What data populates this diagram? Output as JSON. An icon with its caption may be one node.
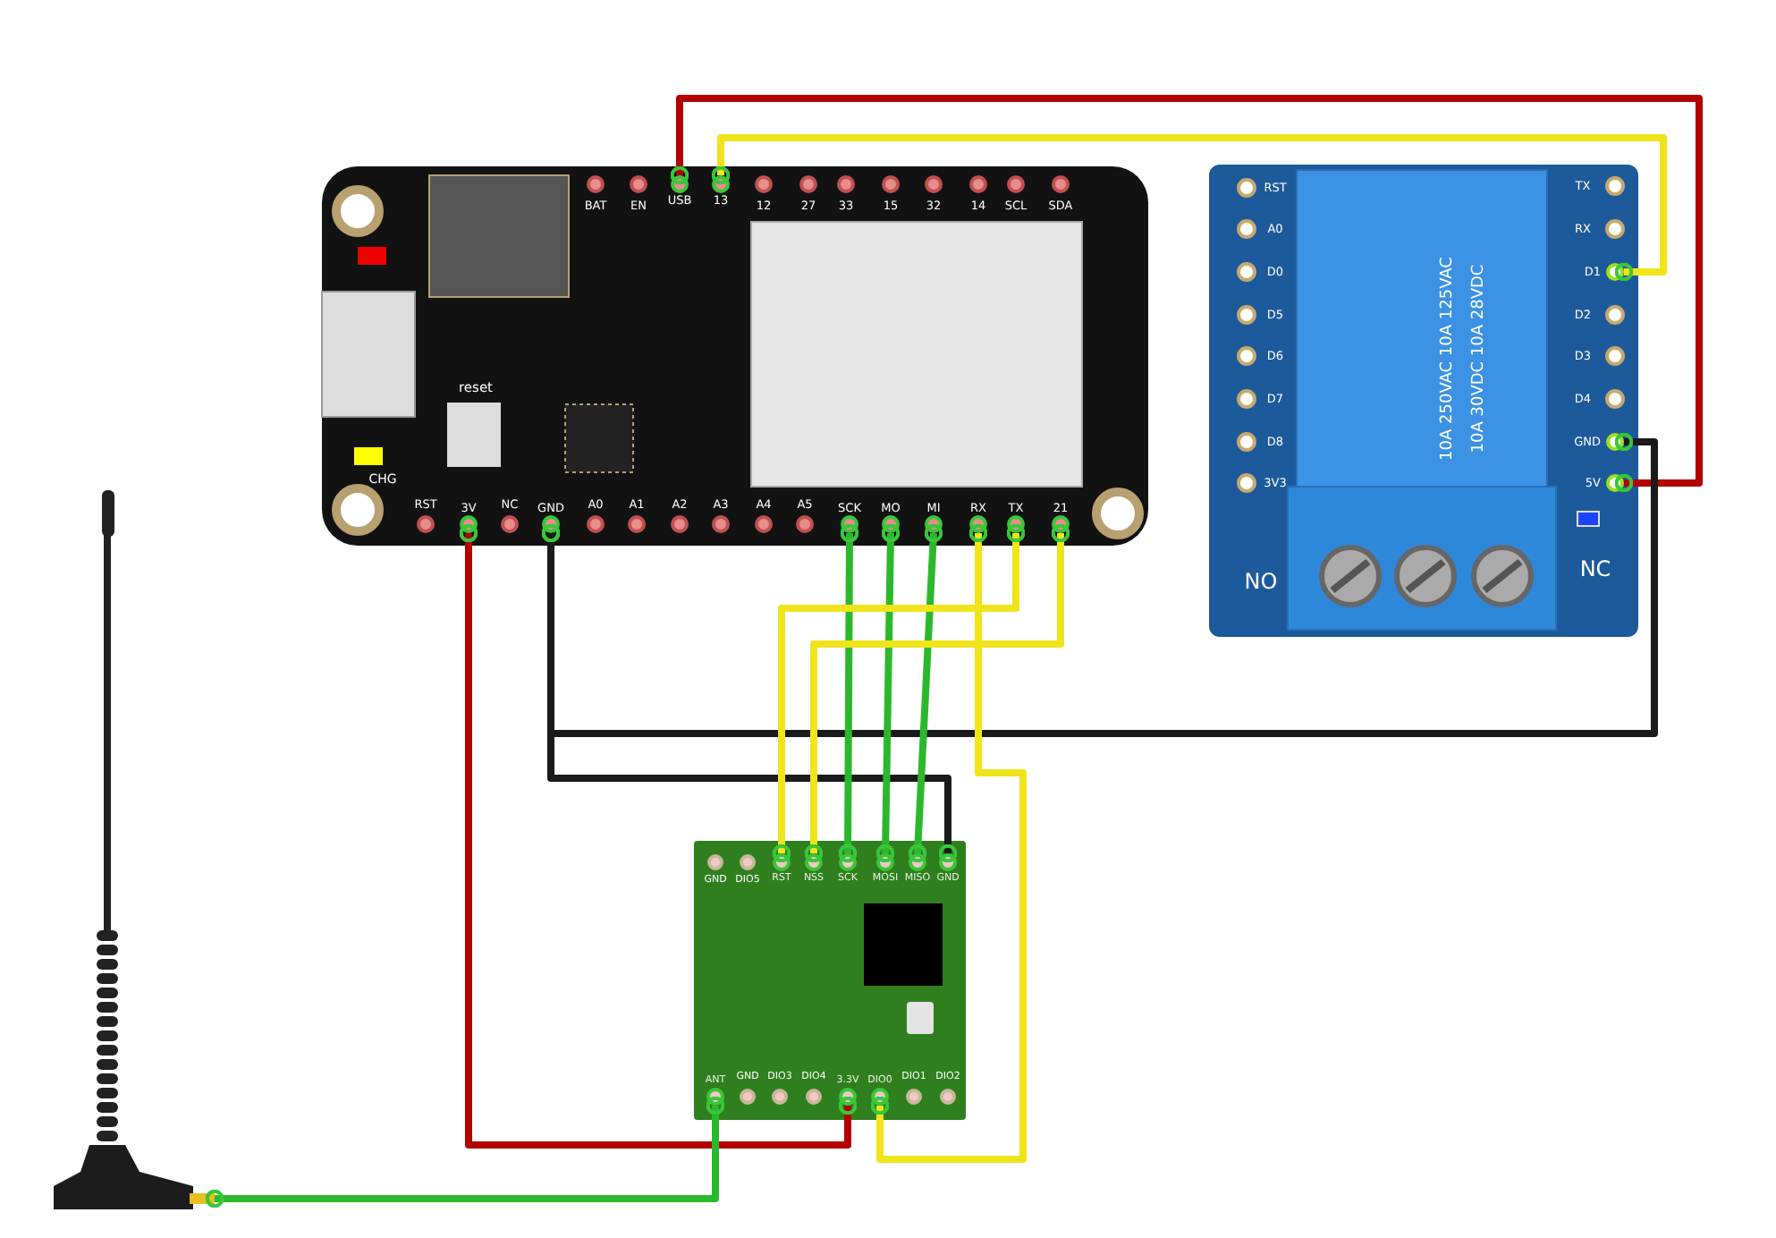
{
  "diagram": {
    "nodes": [
      {
        "text": [],
        "shape": "board"
      },
      {
        "text": [
          "USB"
        ],
        "in": 0
      },
      {
        "text": [
          "13"
        ],
        "in": 0
      },
      {
        "text": [
          "3V"
        ],
        "in": 0
      },
      {
        "text": [
          "GND"
        ],
        "in": 0
      },
      {
        "text": [
          "SCK"
        ],
        "in": 0
      },
      {
        "text": [
          "MO"
        ],
        "in": 0
      },
      {
        "text": [
          "MI"
        ],
        "in": 0
      },
      {
        "text": [
          "RX"
        ],
        "in": 0
      },
      {
        "text": [
          "TX"
        ],
        "in": 0
      },
      {
        "text": [
          "21"
        ],
        "in": 0
      },
      {
        "text": [],
        "shape": "board"
      },
      {
        "text": [
          "D1"
        ],
        "in": 11
      },
      {
        "text": [
          "GND"
        ],
        "in": 11
      },
      {
        "text": [
          "5V"
        ],
        "in": 11
      },
      {
        "text": [],
        "shape": "board"
      },
      {
        "text": [
          "RST"
        ],
        "in": 15
      },
      {
        "text": [
          "NSS"
        ],
        "in": 15
      },
      {
        "text": [
          "SCK"
        ],
        "in": 15
      },
      {
        "text": [
          "MOSI"
        ],
        "in": 15
      },
      {
        "text": [
          "MISO"
        ],
        "in": 15
      },
      {
        "text": [
          "GND"
        ],
        "in": 15
      },
      {
        "text": [
          "ANT"
        ],
        "in": 15
      },
      {
        "text": [
          "3.3V"
        ],
        "in": 15
      },
      {
        "text": [
          "DIO0"
        ],
        "in": 15
      },
      {
        "text": [],
        "shape": "antenna"
      }
    ],
    "edges": [
      {
        "from": 1,
        "to": 14,
        "arrow": "other",
        "color": "#b30000"
      },
      {
        "from": 2,
        "to": 12,
        "arrow": "other",
        "color": "#f0e41a"
      },
      {
        "from": 4,
        "to": 13,
        "arrow": "other",
        "color": "#1a1a1a"
      },
      {
        "from": 4,
        "to": 21,
        "arrow": "other",
        "color": "#1a1a1a"
      },
      {
        "from": 3,
        "to": 23,
        "arrow": "other",
        "color": "#b30000"
      },
      {
        "from": 5,
        "to": 18,
        "arrow": "other",
        "color": "#2cb82c"
      },
      {
        "from": 6,
        "to": 19,
        "arrow": "other",
        "color": "#2cb82c"
      },
      {
        "from": 7,
        "to": 20,
        "arrow": "other",
        "color": "#2cb82c"
      },
      {
        "from": 8,
        "to": 24,
        "arrow": "other",
        "color": "#f0e41a"
      },
      {
        "from": 9,
        "to": 16,
        "arrow": "other",
        "color": "#f0e41a"
      },
      {
        "from": 10,
        "to": 17,
        "arrow": "other",
        "color": "#f0e41a"
      },
      {
        "from": 22,
        "to": 25,
        "arrow": "other",
        "color": "#2cb82c"
      }
    ],
    "labels": [
      "BAT",
      "EN",
      "12",
      "27",
      "33",
      "15",
      "32",
      "14",
      "SCL",
      "SDA",
      "reset",
      "CHG",
      "RST",
      "NC",
      "A0",
      "A1",
      "A2",
      "A3",
      "A4",
      "A5",
      "RST",
      "A0",
      "D0",
      "D5",
      "D6",
      "D7",
      "D8",
      "3V3",
      "TX",
      "RX",
      "D2",
      "D3",
      "D4",
      "NO",
      "NC",
      "10A 250VAC 10A 125VAC",
      "10A 30VDC 10A 28VDC",
      "GND",
      "DIO5",
      "GND",
      "DIO3",
      "DIO4",
      "DIO1",
      "DIO2"
    ]
  }
}
